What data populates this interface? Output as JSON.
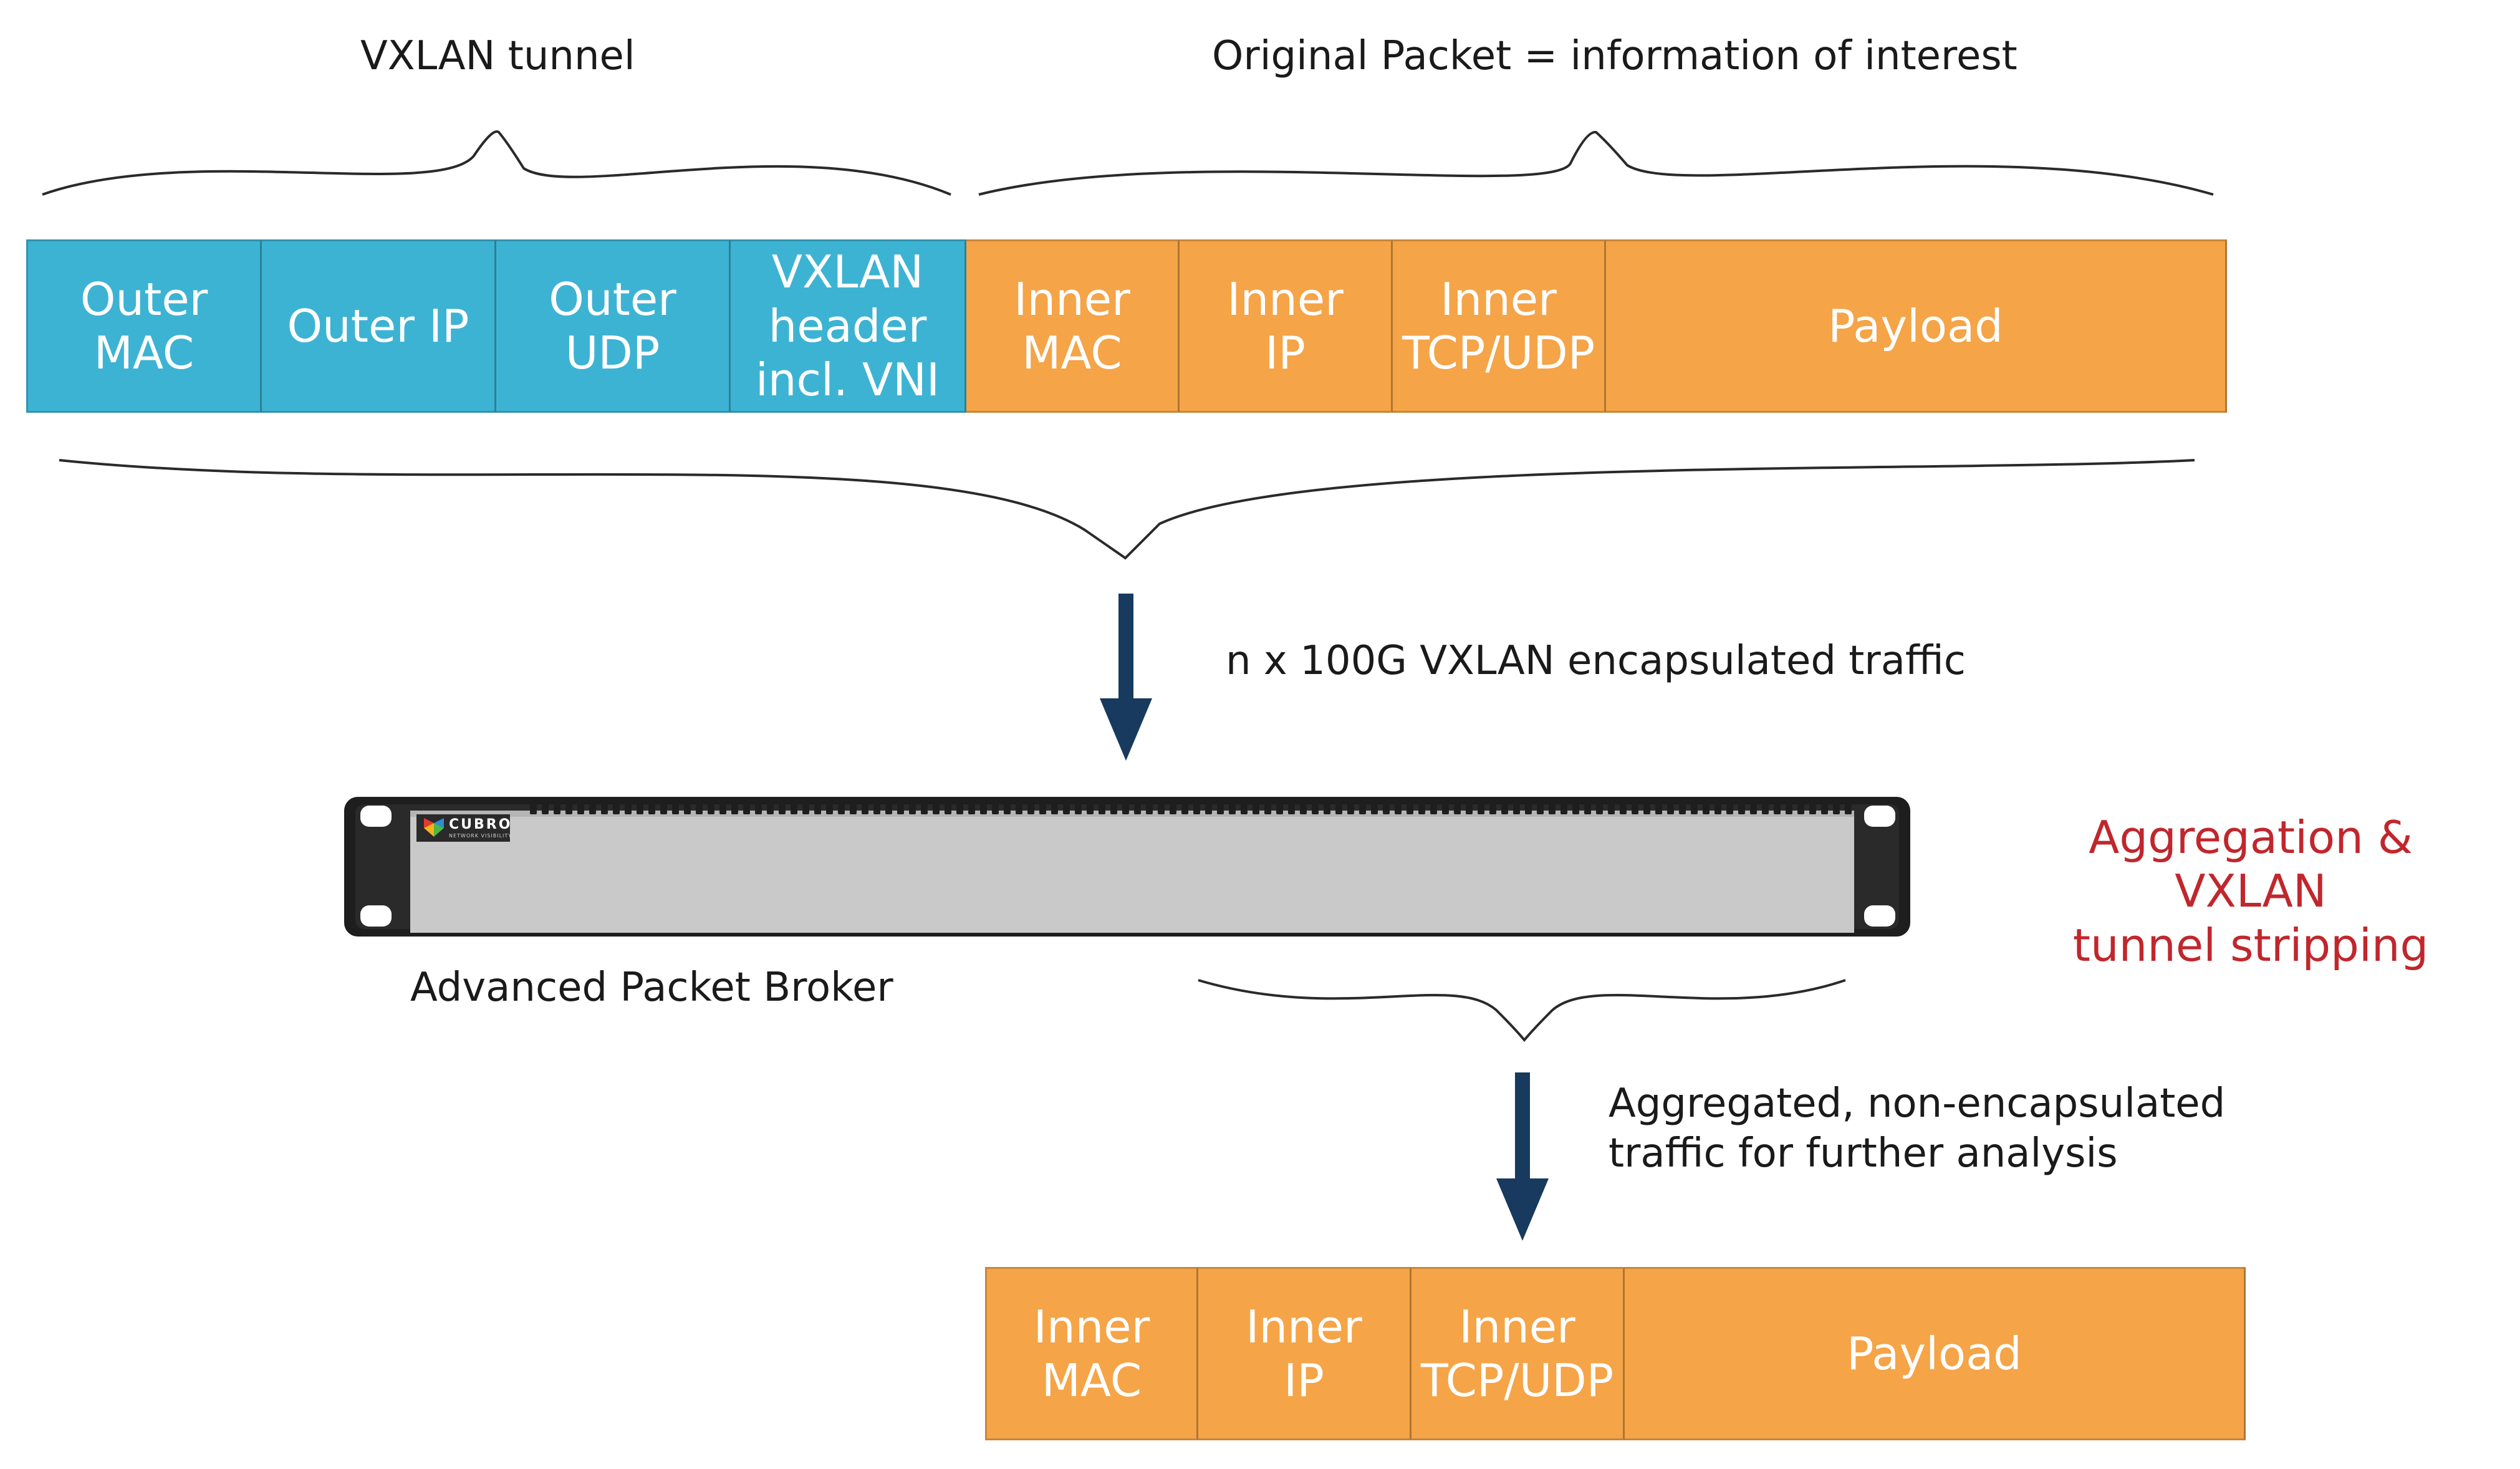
{
  "headings": {
    "vxlan_tunnel": "VXLAN tunnel",
    "original_packet": "Original Packet = information of interest"
  },
  "packet_top": {
    "tunnel_cells": [
      {
        "label": "Outer\nMAC"
      },
      {
        "label": "Outer IP"
      },
      {
        "label": "Outer UDP"
      },
      {
        "label": "VXLAN\nheader\nincl. VNI"
      }
    ],
    "inner_cells": [
      {
        "label": "Inner\nMAC"
      },
      {
        "label": "Inner\nIP"
      },
      {
        "label": "Inner\nTCP/UDP"
      },
      {
        "label": "Payload"
      }
    ]
  },
  "flow": {
    "incoming_label": "n x 100G VXLAN encapsulated traffic",
    "outgoing_label": "Aggregated, non-encapsulated\ntraffic for further analysis"
  },
  "device": {
    "name": "Advanced Packet Broker",
    "brand": "CUBRO",
    "brand_tagline": "NETWORK VISIBILITY",
    "function_label": "Aggregation & VXLAN\ntunnel stripping"
  },
  "packet_bottom": {
    "cells": [
      {
        "label": "Inner\nMAC"
      },
      {
        "label": "Inner\nIP"
      },
      {
        "label": "Inner\nTCP/UDP"
      },
      {
        "label": "Payload"
      }
    ]
  },
  "colors": {
    "tunnel": "#3db3d3",
    "inner": "#f5a447",
    "arrow": "#173a5e",
    "function_text": "#c0272d"
  }
}
